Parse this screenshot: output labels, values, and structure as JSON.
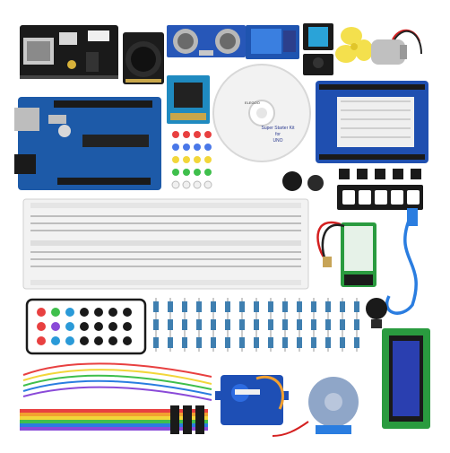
{
  "scene": {
    "cd_title": "Super Starter Kit",
    "cd_line2": "for",
    "cd_line3": "UNO",
    "cd_brand": "ELEGOO",
    "lcd_color": "#2a3fb0",
    "board_color": "#1d5aa8",
    "servo_color": "#1e4fb5",
    "motor_color": "#8fa6c8"
  },
  "components": [
    "power-supply-module",
    "joystick-module",
    "ultrasonic-sensor",
    "relay-module",
    "dht11-sensor",
    "fan-blade",
    "dc-motor",
    "ir-receiver-module",
    "uno-board",
    "rtc-module",
    "cd-disc",
    "prototype-shield",
    "led-array",
    "pushbuttons",
    "buzzer",
    "seven-segment-display",
    "breadboard",
    "9v-battery",
    "usb-cable",
    "ir-remote",
    "resistor-array",
    "potentiometer",
    "lcd1602-module",
    "jumper-wires",
    "servo-motor",
    "stepper-motor"
  ]
}
